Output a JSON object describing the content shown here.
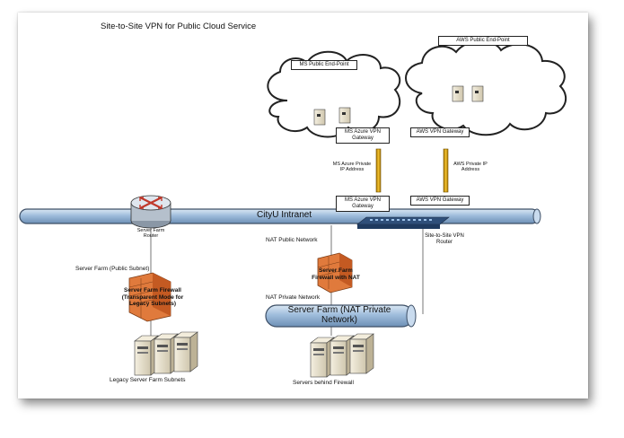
{
  "title": "Site-to-Site VPN for Public Cloud Service",
  "clouds": {
    "ms_endpoint": "MS Public End-Point",
    "aws_endpoint": "AWS Public End-Point"
  },
  "gateways": {
    "ms_cloud_gateway": "MS Azure VPN Gateway",
    "aws_cloud_gateway": "AWS VPN Gateway",
    "ms_intranet_gateway": "MS Azure VPN Gateway",
    "aws_intranet_gateway": "AWS VPN Gateway"
  },
  "private_ip": {
    "ms": "MS Azure Private IP Address",
    "aws": "AWS Private IP Address"
  },
  "intranet_label": "CityU Intranet",
  "router": {
    "server_farm_router": "Server Farm Router",
    "vpn_router": "Site-to-Site VPN Router"
  },
  "labels": {
    "server_farm_public_subnet": "Server Farm (Public Subnet)",
    "nat_public_network": "NAT Public Network",
    "nat_private_network": "NAT Private Network",
    "server_farm_nat_pipe": "Server Farm (NAT Private Network)",
    "legacy_subnets": "Legacy Server Farm Subnets",
    "servers_behind_firewall": "Servers behind Firewall"
  },
  "firewalls": {
    "legacy": "Server Farm Firewall (Transparent Mode for Legacy Subnets)",
    "nat": "Server Farm Firewall with NAT"
  },
  "colors": {
    "pipe": "#a9c6e3",
    "pipe_edge": "#3d4f66",
    "tunnel": "#d4a017",
    "firewall": "#e07a3c",
    "router": "#c0392b"
  }
}
